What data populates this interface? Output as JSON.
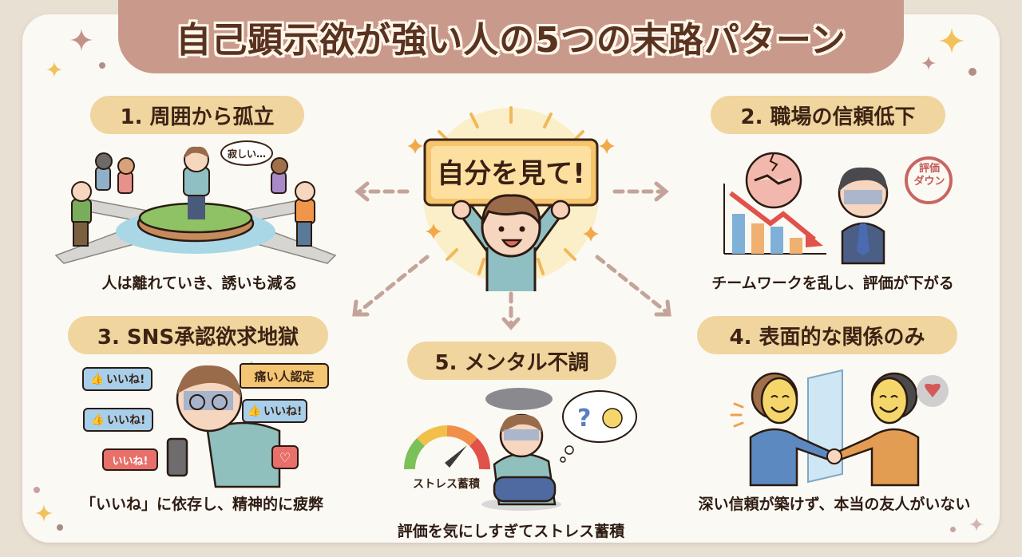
{
  "title": "自己顕示欲が強い人の5つの末路パターン",
  "center": {
    "sign_text": "自分を見て!"
  },
  "sections": [
    {
      "number": "1",
      "heading": "1. 周囲から孤立",
      "bubble_text": "寂しい…",
      "caption": "人は離れていき、誘いも減る"
    },
    {
      "number": "2",
      "heading": "2. 職場の信頼低下",
      "stamp_text_line1": "評価",
      "stamp_text_line2": "ダウン",
      "caption": "チームワークを乱し、評価が下がる"
    },
    {
      "number": "3",
      "heading": "3. SNS承認欲求地獄",
      "like_label": "いいね!",
      "tag_text": "痛い人認定",
      "caption": "「いいね」に依存し、精神的に疲弊"
    },
    {
      "number": "4",
      "heading": "4. 表面的な関係のみ",
      "caption": "深い信頼が築けず、本当の友人がいない"
    },
    {
      "number": "5",
      "heading": "5. メンタル不調",
      "gauge_label": "ストレス蓄積",
      "caption": "評価を気にしすぎてストレス蓄積"
    }
  ],
  "colors": {
    "page_bg": "#e9e0d4",
    "card_bg": "#fbf9f4",
    "banner": "#c99a8c",
    "title_text": "#5a3220",
    "pill": "#f0d59f",
    "arrow": "#c4a49a",
    "spark_gold": "#f2c25a",
    "spark_rose": "#c29188"
  }
}
